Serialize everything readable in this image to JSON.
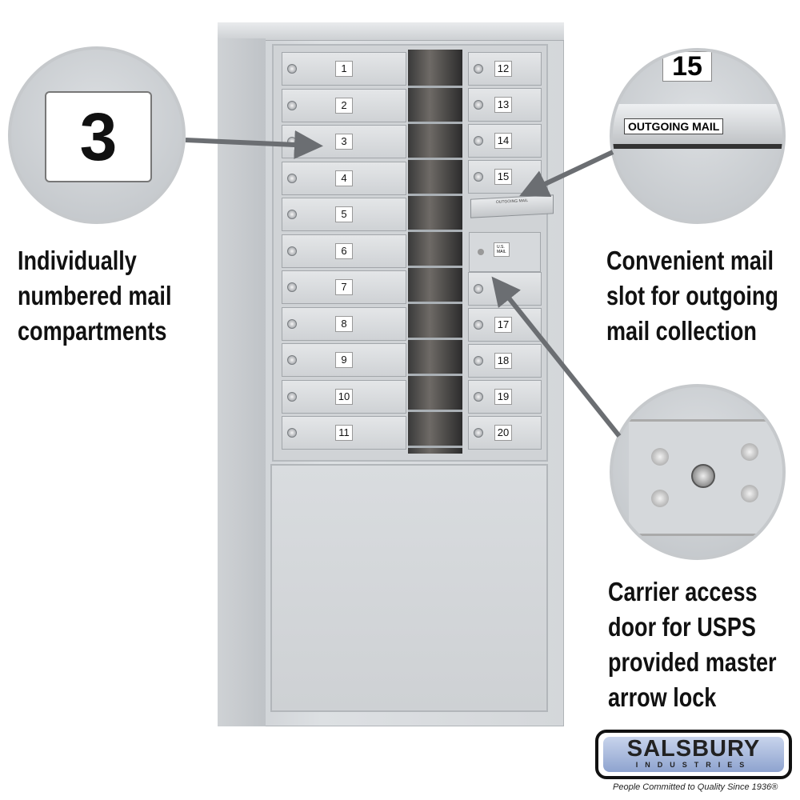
{
  "left_compartments": [
    "1",
    "2",
    "3",
    "4",
    "5",
    "6",
    "7",
    "8",
    "9",
    "10",
    "11"
  ],
  "right_compartments_top": [
    "12",
    "13",
    "14",
    "15"
  ],
  "right_compartments_bottom": [
    "",
    "17",
    "18",
    "19",
    "20"
  ],
  "outgoing_slot_label": "OUTGOING MAIL",
  "carrier_label": "U.S. MAIL",
  "callouts": {
    "number_zoom": "3",
    "slot_zoom_number": "15",
    "slot_zoom_label": "OUTGOING MAIL",
    "left_caption": [
      "Individually",
      "numbered mail",
      "compartments"
    ],
    "right_top_caption": [
      "Convenient mail",
      "slot for outgoing",
      "mail collection"
    ],
    "right_bottom_caption": [
      "Carrier access",
      "door for USPS",
      "provided master",
      "arrow lock"
    ]
  },
  "brand": {
    "name": "SALSBURY",
    "sub": "INDUSTRIES",
    "tagline": "People Committed to Quality Since 1936®"
  },
  "colors": {
    "arrow": "#6b6e72",
    "logo_blue": "#a9bbdd"
  }
}
